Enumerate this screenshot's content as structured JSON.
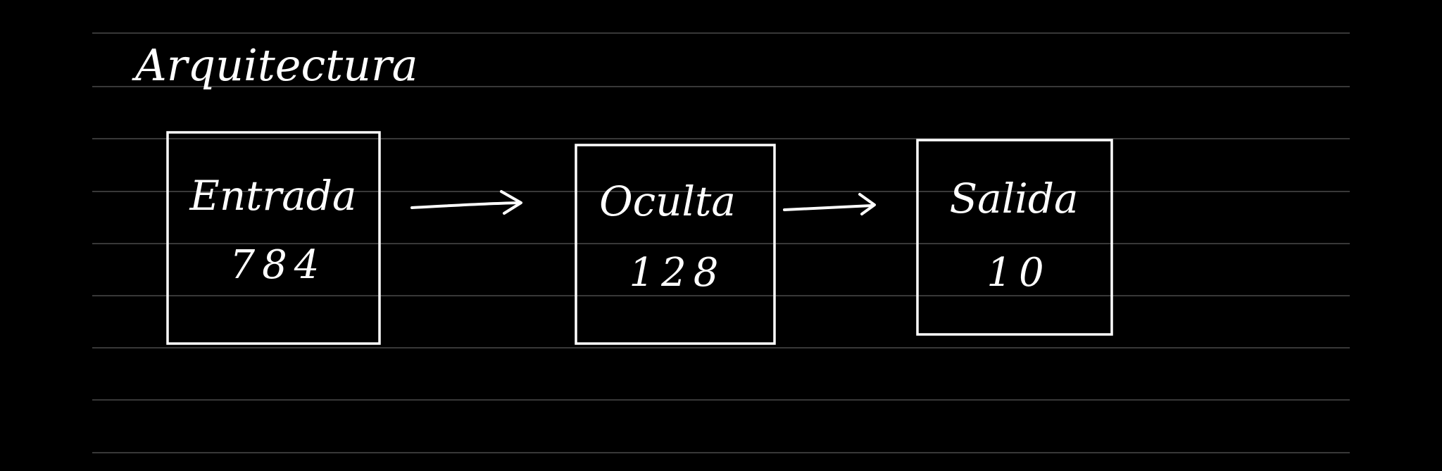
{
  "diagram": {
    "title": "Arquitectura",
    "layers": [
      {
        "name": "Entrada",
        "units": "784"
      },
      {
        "name": "Oculta",
        "units": "128"
      },
      {
        "name": "Salida",
        "units": "10"
      }
    ],
    "colors": {
      "background": "#000000",
      "ink": "#ffffff",
      "ruled_lines": "#4a4a4a"
    },
    "connector_icon": "right-arrow-icon"
  }
}
